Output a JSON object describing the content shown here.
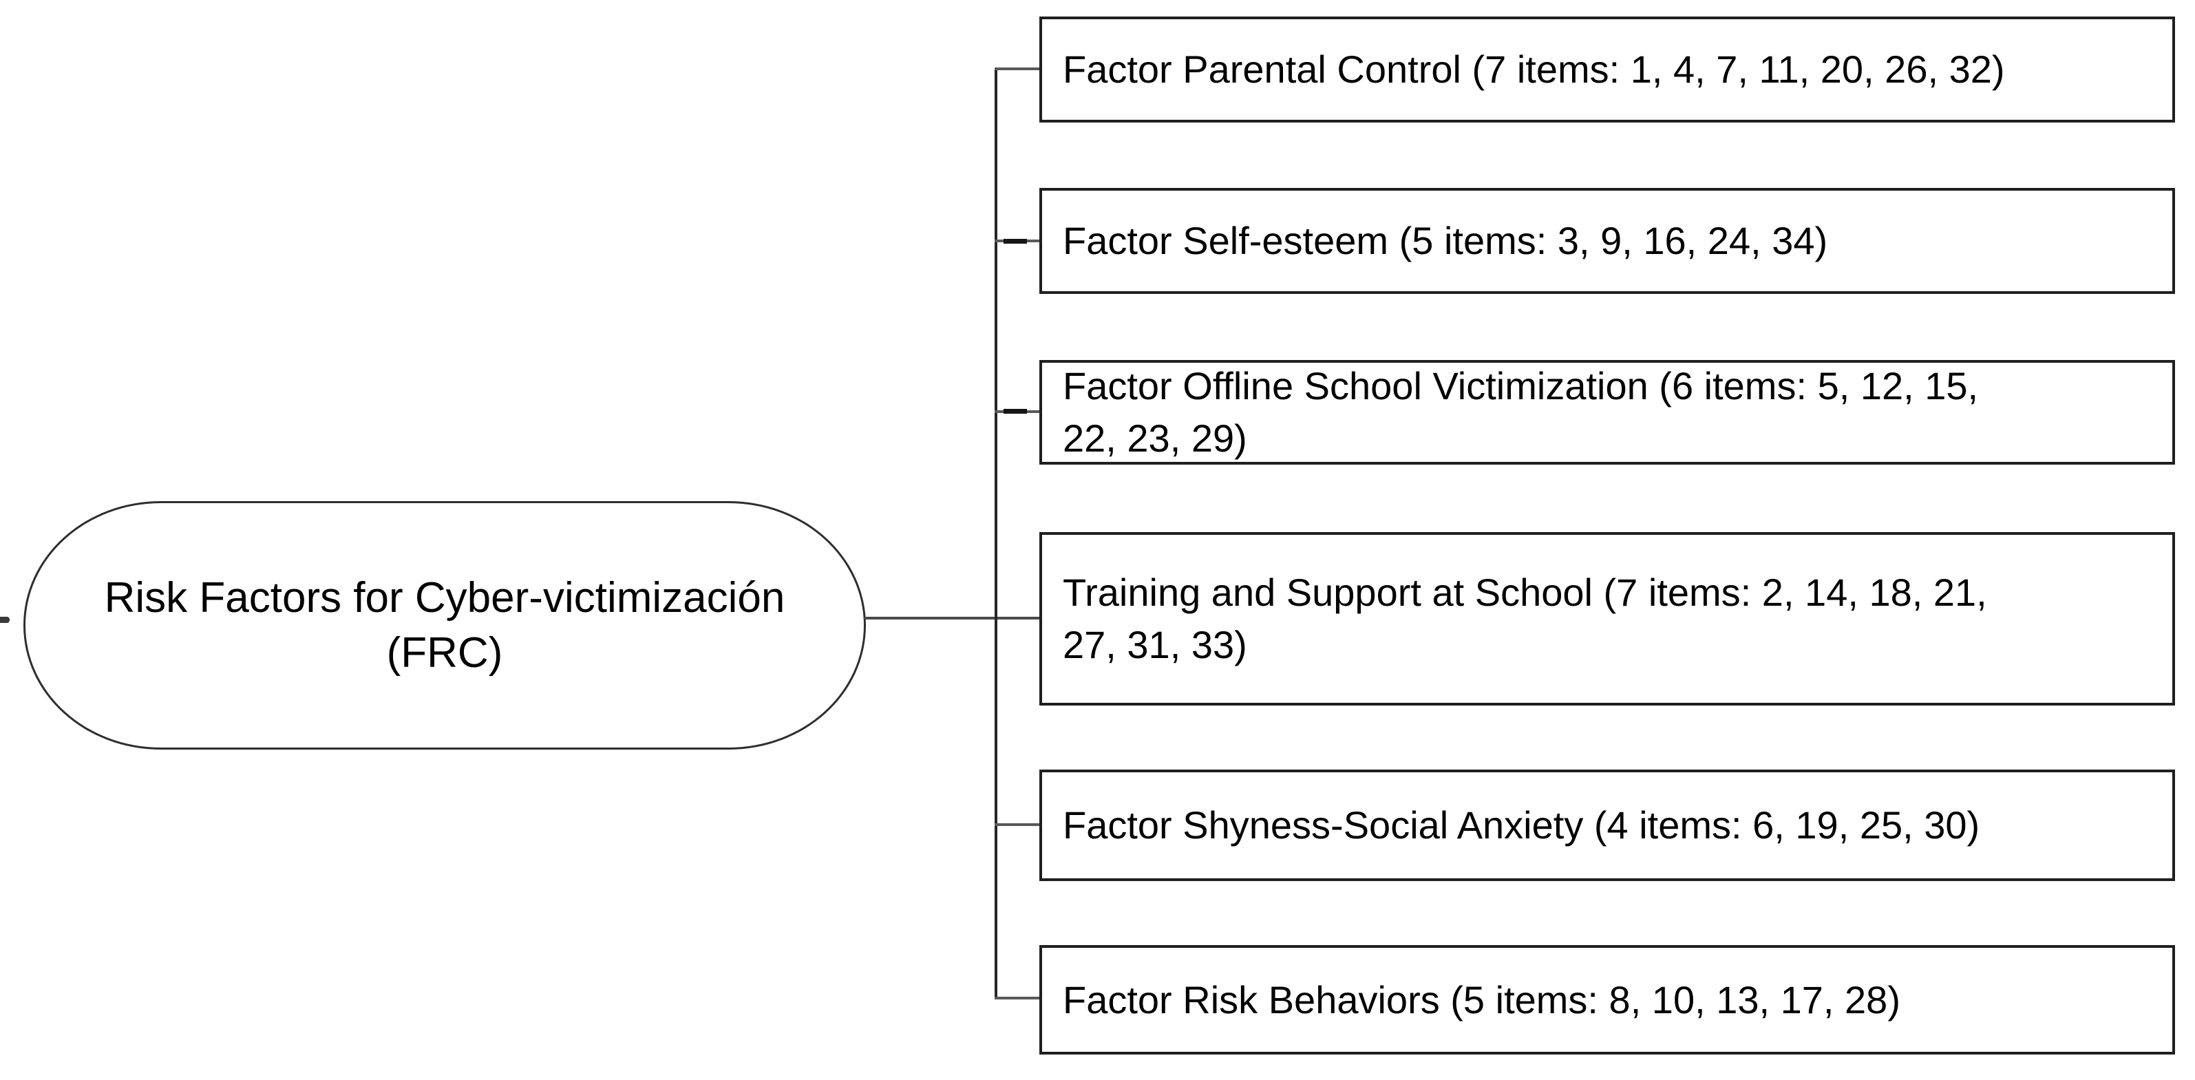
{
  "figure": {
    "root_node": {
      "line1": "Risk Factors for Cyber-victimización",
      "line2": "(FRC)"
    },
    "boxes": [
      {
        "name": "parental-control",
        "line1": "Factor Parental Control (7 items: 1, 4, 7, 11, 20, 26, 32)",
        "line2": ""
      },
      {
        "name": "self-esteem",
        "line1": "Factor Self-esteem (5 items: 3, 9, 16, 24, 34)",
        "line2": ""
      },
      {
        "name": "offline-school-victimization",
        "line1": "Factor Offline School Victimization (6 items: 5, 12, 15,",
        "line2": "22, 23, 29)"
      },
      {
        "name": "training-support-school",
        "line1": "Training and Support at School (7 items: 2, 14, 18, 21,",
        "line2": "27, 31, 33)"
      },
      {
        "name": "shyness-social-anxiety",
        "line1": "Factor Shyness-Social Anxiety (4 items: 6, 19, 25, 30)",
        "line2": ""
      },
      {
        "name": "risk-behaviors",
        "line1": "Factor Risk Behaviors (5 items: 8, 10, 13, 17, 28)",
        "line2": ""
      }
    ],
    "colors": {
      "background": "#ffffff",
      "text": "#000000",
      "box_border": "#1f1f1f",
      "ellipse_border": "#2e2e2e",
      "connector": "#595959",
      "main_line": "#4a4a4a",
      "spine": "#262626",
      "dash": "#161616"
    }
  }
}
